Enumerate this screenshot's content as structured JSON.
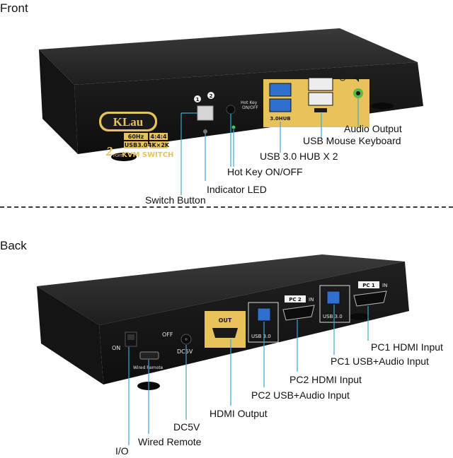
{
  "front": {
    "title": "Front",
    "brand": "KLau",
    "specs": {
      "hz": "60Hz",
      "chroma": "4:4:4",
      "usb": "USB3.0",
      "res": "4K×2K"
    },
    "product": {
      "two": "2",
      "port": "PORT",
      "name": "KVM SWITCH"
    },
    "port_numbers": [
      "1",
      "2"
    ],
    "hotkey_print": "Hot Key\nON/OFF",
    "hub_print": "3.0HUB",
    "callouts": {
      "audio": "Audio Output",
      "usb_mk": "USB Mouse Keyboard",
      "usb_hub": "USB 3.0 HUB X 2",
      "hotkey": "Hot Key ON/OFF",
      "led": "Indicator LED",
      "switch": "Switch Button"
    }
  },
  "back": {
    "title": "Back",
    "prints": {
      "on": "ON",
      "off": "OFF",
      "dc": "DC5V",
      "wired": "Wired Remote",
      "out": "OUT",
      "usb1": "USB 3.0",
      "usb2": "USB 3.0",
      "pc2": "PC 2",
      "pc1": "PC 1",
      "in": "IN"
    },
    "callouts": {
      "pc1_hdmi": "PC1 HDMI Input",
      "pc1_usb": "PC1 USB+Audio Input",
      "pc2_hdmi": "PC2 HDMI Input",
      "pc2_usb": "PC2 USB+Audio Input",
      "hdmi_out": "HDMI Output",
      "dc5v": "DC5V",
      "wired_remote": "Wired Remote",
      "io": "I/O"
    }
  },
  "colors": {
    "body": "#1a1a1a",
    "gold": "#e8c25a",
    "callout_line": "#3aa7d6",
    "usb_blue": "#2f6fd0"
  }
}
